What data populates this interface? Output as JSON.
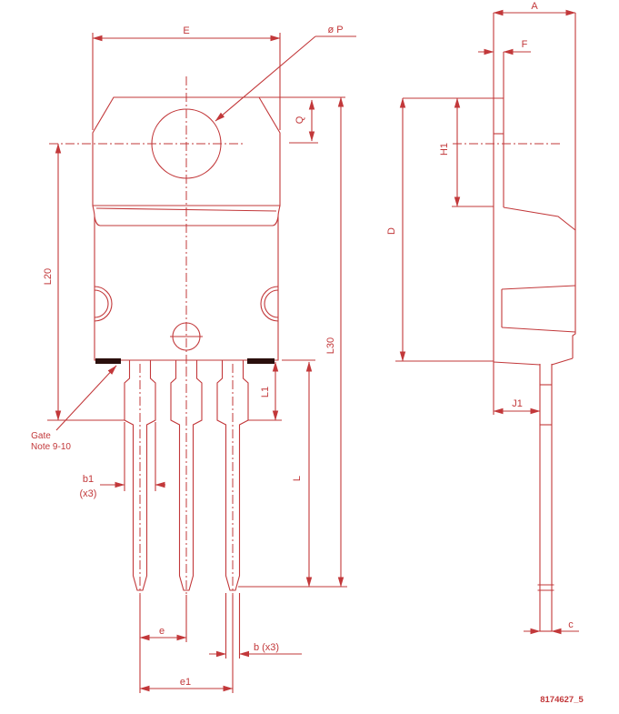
{
  "colors": {
    "line": "#c2383a",
    "text": "#c2383a",
    "gate_mark": "#2b0f0d",
    "background": "#ffffff"
  },
  "front_view": {
    "dim_E": "E",
    "dim_P": "ø P",
    "dim_Q": "Q",
    "dim_L20": "L20",
    "dim_L30": "L30",
    "dim_L1": "L1",
    "dim_L": "L",
    "dim_b1": "b1",
    "dim_b1_qty": "(x3)",
    "dim_e": "e",
    "dim_e1": "e1",
    "dim_b": "b (x3)",
    "gate_label": "Gate",
    "gate_note": "Note 9-10"
  },
  "side_view": {
    "dim_A": "A",
    "dim_F": "F",
    "dim_H1": "H1",
    "dim_D": "D",
    "dim_J1": "J1",
    "dim_c": "c"
  },
  "footer": {
    "doc_number": "8174627_5"
  }
}
